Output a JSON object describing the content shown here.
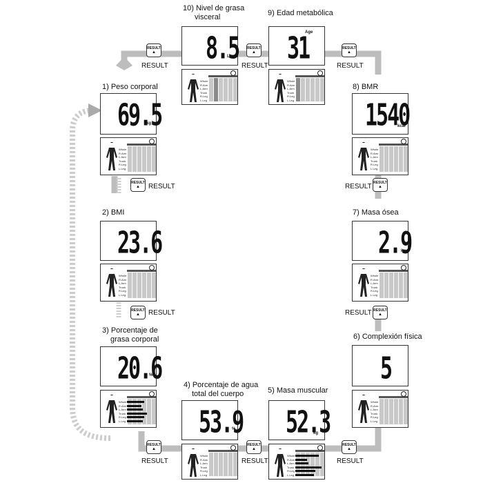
{
  "steps": [
    {
      "id": "peso",
      "title": "1) Peso corporal",
      "value": "69.5",
      "unit": "kg"
    },
    {
      "id": "bmi",
      "title": "2) BMI",
      "value": "23.6",
      "unit": ""
    },
    {
      "id": "grasa",
      "title_line1": "3) Porcentaje de",
      "title_line2": "grasa corporal",
      "value": "20.6",
      "unit": "%"
    },
    {
      "id": "agua",
      "title_line1": "4) Porcentaje de agua",
      "title_line2": "total del cuerpo",
      "value": "53.9",
      "unit": "%"
    },
    {
      "id": "masa",
      "title": "5) Masa muscular",
      "value": "52.3",
      "unit": "kg"
    },
    {
      "id": "complexion",
      "title": "6) Complexión física",
      "value": "5",
      "unit": ""
    },
    {
      "id": "osea",
      "title": "7) Masa ósea",
      "value": "2.9",
      "unit": "kg"
    },
    {
      "id": "bmr",
      "title": "8) BMR",
      "value": "1540",
      "unit": "kcal"
    },
    {
      "id": "edad",
      "title": "9) Edad metabólica",
      "value": "31",
      "unit": "",
      "tag": "Age"
    },
    {
      "id": "visceral",
      "title_line1": "10) Nivel de grasa",
      "title_line2": "visceral",
      "value": "8.5",
      "unit": "Level"
    }
  ],
  "button": {
    "key_label": "RESULT",
    "text": "RESULT",
    "arrow": "▲"
  },
  "panel_rows": [
    "Whole",
    "R.Arm",
    "L.Arm",
    "Trunk",
    "R.Leg",
    "L.Leg"
  ],
  "icons": [
    "body-silhouette-icon",
    "scale-icon",
    "result-button-icon",
    "flow-arrow-icon"
  ]
}
